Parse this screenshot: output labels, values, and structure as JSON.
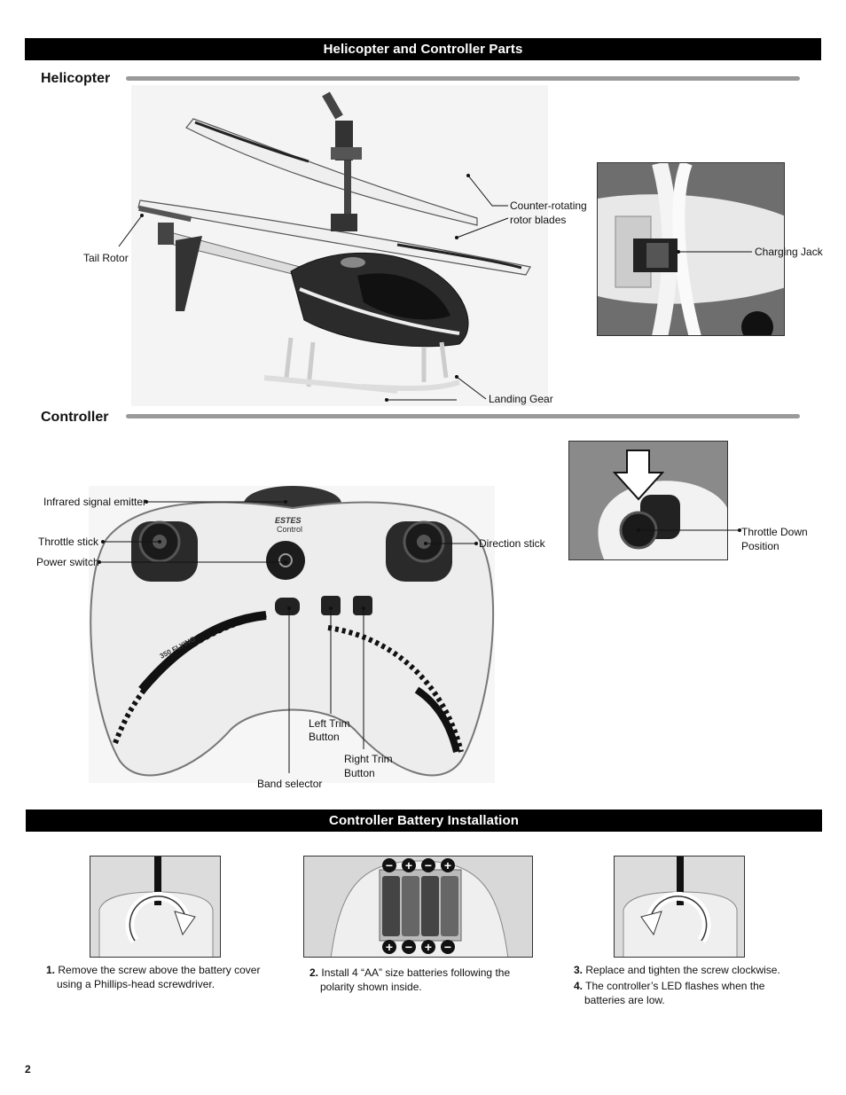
{
  "banners": {
    "parts": "Helicopter and Controller Parts",
    "battery": "Controller Battery Installation"
  },
  "sections": {
    "helicopter": "Helicopter",
    "controller": "Controller"
  },
  "helicopter_labels": {
    "rotor_blades_1": "Counter-rotating",
    "rotor_blades_2": "rotor blades",
    "tail_rotor": "Tail Rotor",
    "charging_jack": "Charging Jack",
    "landing_gear": "Landing Gear"
  },
  "controller_labels": {
    "infrared": "Infrared signal emitter",
    "throttle_stick": "Throttle stick",
    "power_switch": "Power switch",
    "direction_stick": "Direction stick",
    "left_trim_1": "Left Trim",
    "left_trim_2": "Button",
    "right_trim_1": "Right Trim",
    "right_trim_2": "Button",
    "band_selector": "Band selector",
    "throttle_down_1": "Throttle Down",
    "throttle_down_2": "Position",
    "brand_1": "ESTES",
    "brand_2": "Control",
    "decal": "350 FLYING"
  },
  "steps": {
    "s1_num": "1.",
    "s1_line1": "Remove the screw above the battery cover",
    "s1_line2": "using a Phillips-head screwdriver.",
    "s2_num": "2.",
    "s2_line1": "Install 4 “AA” size batteries following the",
    "s2_line2": "polarity shown inside.",
    "s3_num": "3.",
    "s3_line1": "Replace and tighten the screw clockwise.",
    "s4_num": "4.",
    "s4_line1": "The controller’s LED flashes when the",
    "s4_line2": "batteries are low."
  },
  "page_number": "2"
}
